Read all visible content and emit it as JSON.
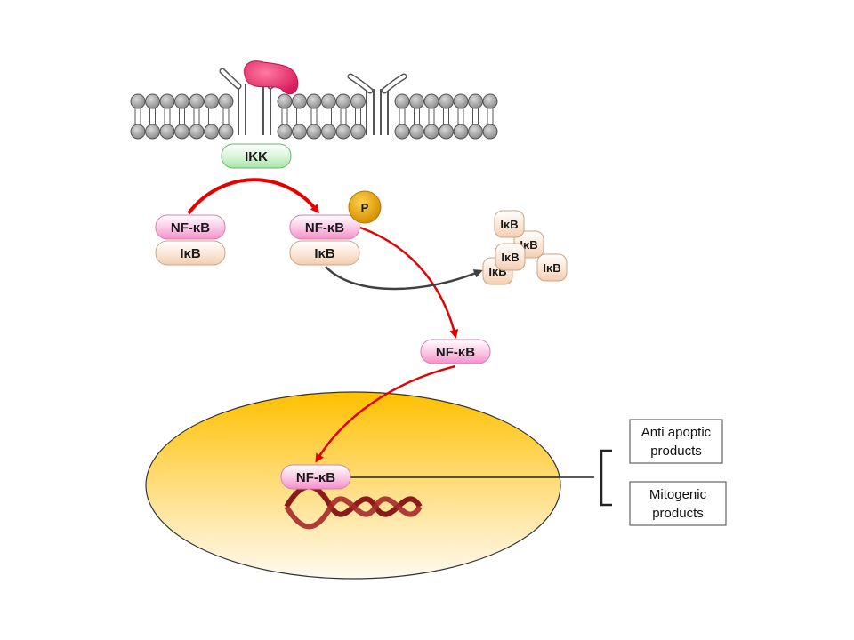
{
  "labels": {
    "ikk": "IKK",
    "nfkb": "NF-κB",
    "ikb": "IκB",
    "phosphate": "P",
    "anti_apoptotic_line1": "Anti apoptic",
    "anti_apoptotic_line2": "products",
    "mitogenic_line1": "Mitogenic",
    "mitogenic_line2": "products"
  },
  "colors": {
    "membrane_lipid": "#a6a6a6",
    "ligand": "#e8326b",
    "ikk_fill": "#c6efc6",
    "nfkb_fill": "#f7a8d4",
    "ikb_fill": "#f6dcc6",
    "phosphate": "#e5a800",
    "nucleus": "#ffc000",
    "activation_arrow": "#e60000",
    "degradation_arrow": "#404040",
    "dna": "#8b1a1a"
  },
  "icons": {
    "receptor": "transmembrane-receptor-icon",
    "ligand": "ligand-icon",
    "dna": "dna-helix-icon",
    "nucleus": "nucleus-icon"
  }
}
